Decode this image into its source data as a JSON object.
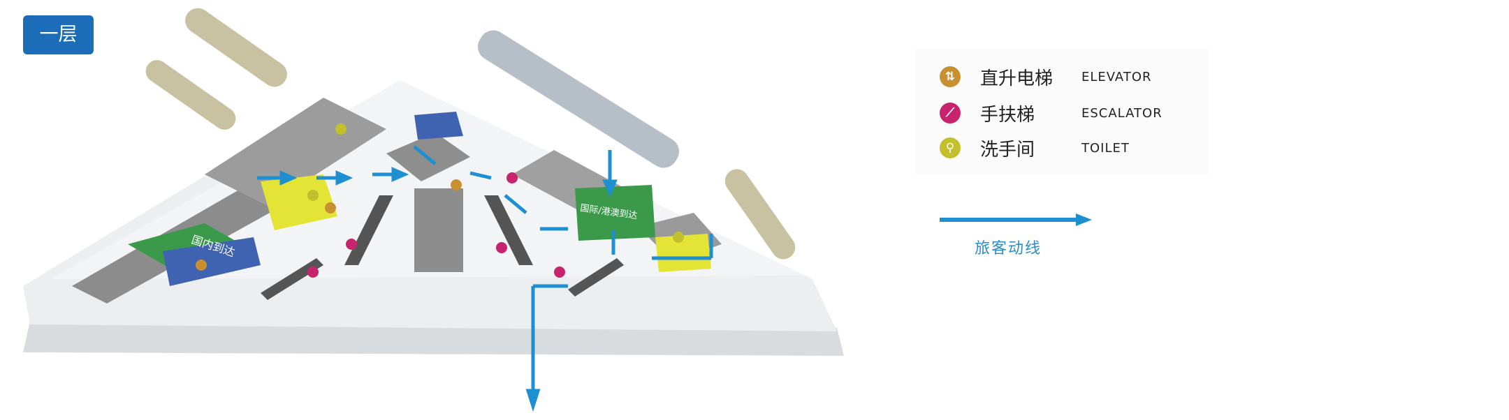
{
  "floor": {
    "label": "一层"
  },
  "map": {
    "domestic_label": "国内到达",
    "international_label": "国际/港澳到达",
    "colors": {
      "structure": "#9a9a9a",
      "green_zone": "#3a9a4a",
      "blue_zone": "#3f63b0",
      "yellow_zone": "#e4e437",
      "route": "#1e8fd0",
      "floor_slab": "#e7e9ea"
    }
  },
  "legend": {
    "items": [
      {
        "icon": "elevator-icon",
        "glyph": "⇅",
        "color": "#c99032",
        "cn": "直升电梯",
        "en": "ELEVATOR"
      },
      {
        "icon": "escalator-icon",
        "glyph": "⟋",
        "color": "#c8246e",
        "cn": "手扶梯",
        "en": "ESCALATOR"
      },
      {
        "icon": "toilet-icon",
        "glyph": "⚲",
        "color": "#c4bf2c",
        "cn": "洗手间",
        "en": "TOILET"
      }
    ],
    "route_label": "旅客动线",
    "route_color": "#1e8fd0"
  }
}
